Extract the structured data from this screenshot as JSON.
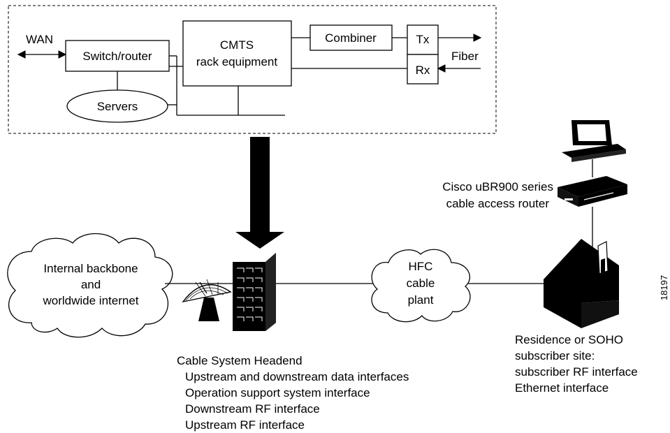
{
  "headend_detail": {
    "wan_label": "WAN",
    "switch_router_label": "Switch/router",
    "cmts_label_line1": "CMTS",
    "cmts_label_line2": "rack equipment",
    "combiner_label": "Combiner",
    "tx_label": "Tx",
    "rx_label": "Rx",
    "fiber_label": "Fiber",
    "servers_label": "Servers"
  },
  "backbone_cloud": {
    "line1": "Internal backbone",
    "line2": "and",
    "line3": "worldwide internet"
  },
  "hfc_cloud": {
    "line1": "HFC",
    "line2": "cable",
    "line3": "plant"
  },
  "router_label": {
    "line1": "Cisco uBR900 series",
    "line2": "cable access router"
  },
  "subscriber_site": {
    "line1": "Residence or SOHO",
    "line2": "subscriber site:",
    "line3": "subscriber RF interface",
    "line4": "Ethernet interface"
  },
  "headend_caption": {
    "title": "Cable System Headend",
    "items": [
      "Upstream and downstream data interfaces",
      "Operation support system interface",
      "Downstream RF interface",
      "Upstream RF interface"
    ]
  },
  "figure_id": "18197"
}
